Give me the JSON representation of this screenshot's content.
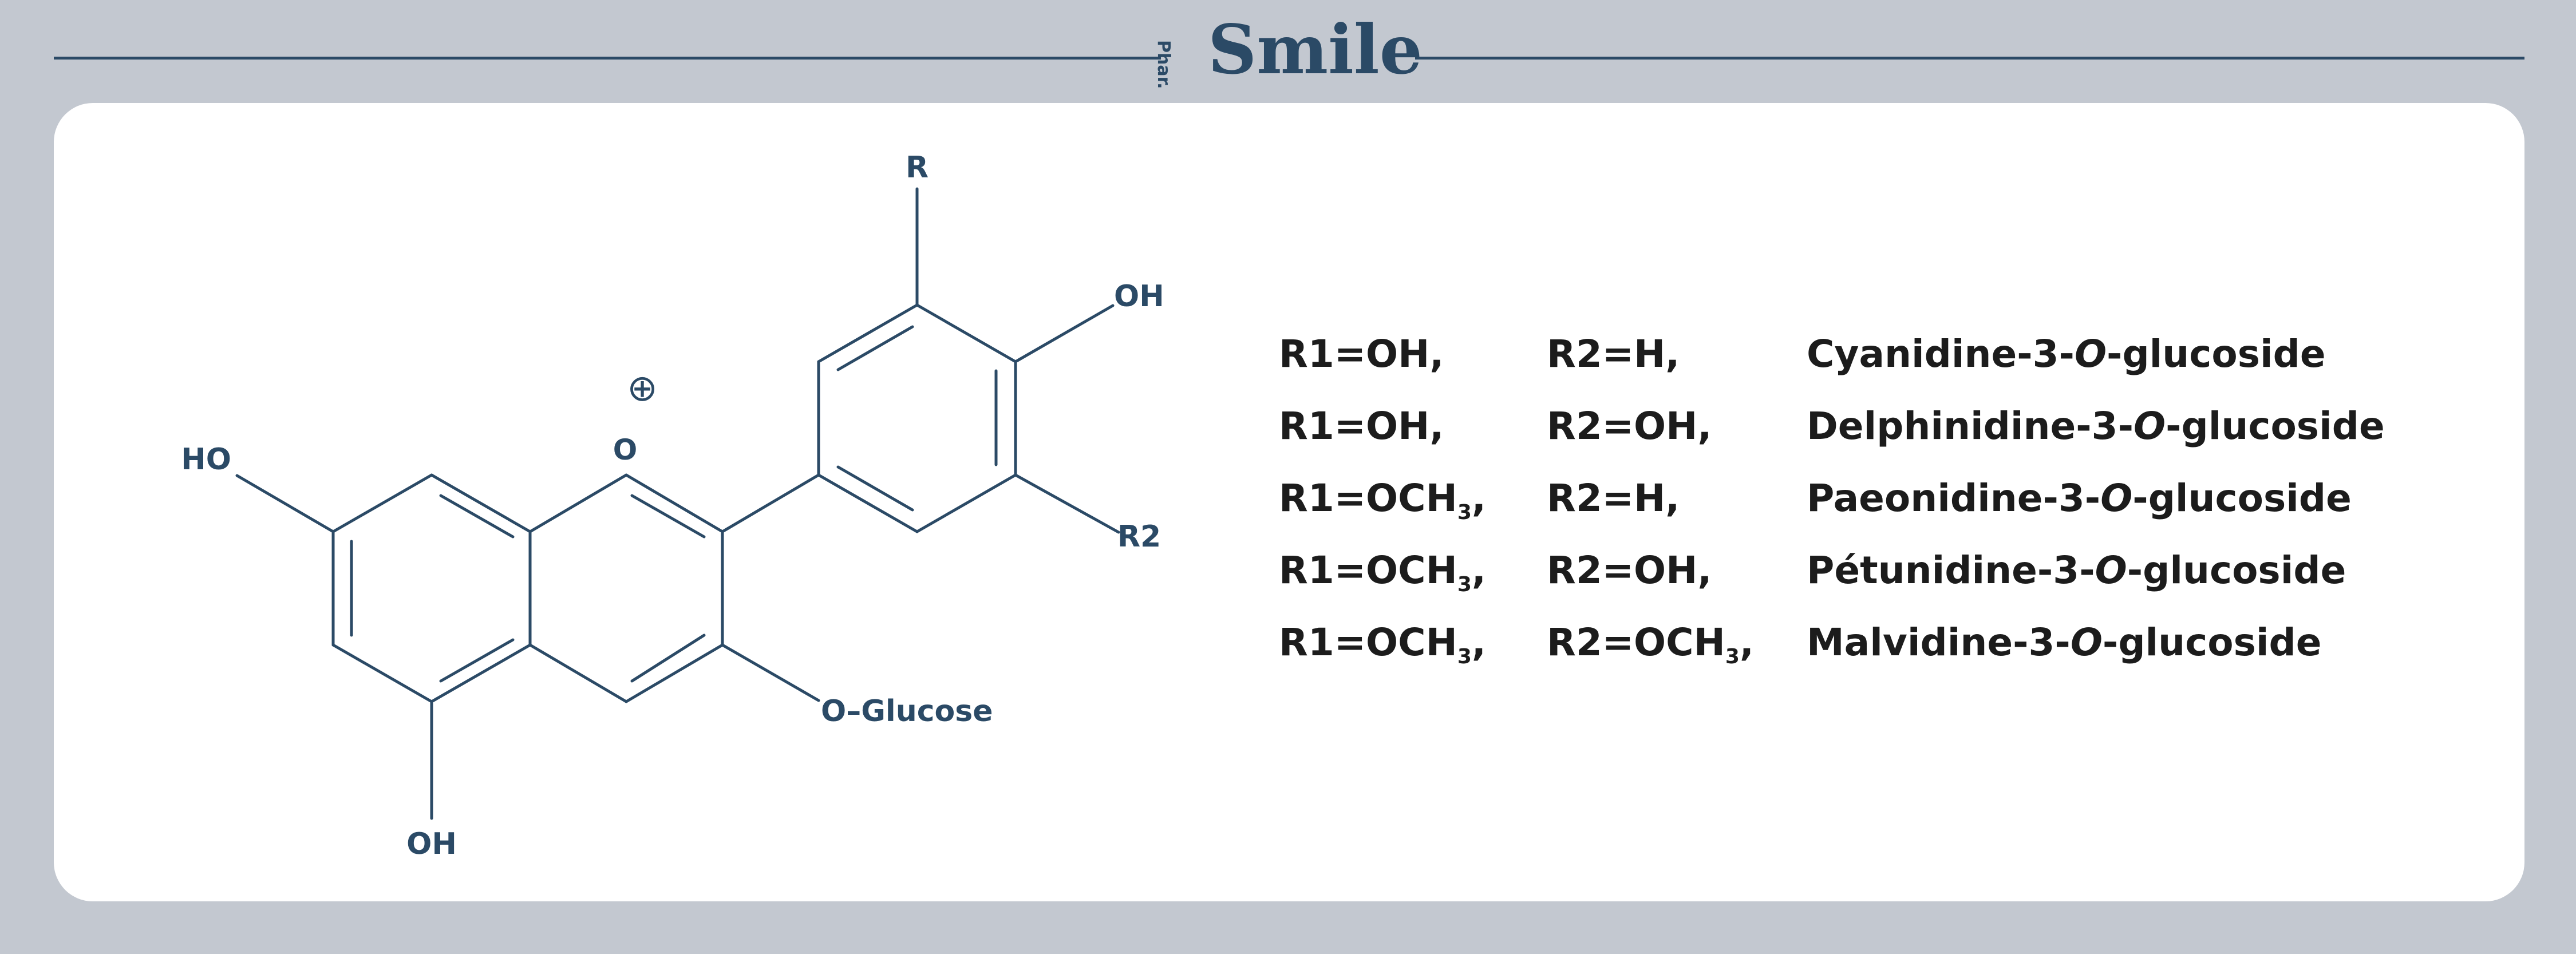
{
  "brand": {
    "prefix": "Phar.",
    "name": "Smile"
  },
  "structure": {
    "labels": {
      "r": "R",
      "oh_top": "OH",
      "r2": "R2",
      "ho_left": "HO",
      "ring_o": "O",
      "charge": "⊕",
      "oh_bottom": "OH",
      "o_glucose": "O–Glucose"
    }
  },
  "table": {
    "rows": [
      {
        "r1_base": "R1=OH,",
        "r1_sub": "",
        "r1_tail": "",
        "r2_base": "R2=H,",
        "r2_sub": "",
        "r2_tail": "",
        "name_pre": "Cyanidine-3-",
        "name_italic": "O",
        "name_post": "-glucoside"
      },
      {
        "r1_base": "R1=OH,",
        "r1_sub": "",
        "r1_tail": "",
        "r2_base": "R2=OH,",
        "r2_sub": "",
        "r2_tail": "",
        "name_pre": "Delphinidine-3-",
        "name_italic": "O",
        "name_post": "-glucoside"
      },
      {
        "r1_base": "R1=OCH",
        "r1_sub": "3",
        "r1_tail": ",",
        "r2_base": "R2=H,",
        "r2_sub": "",
        "r2_tail": "",
        "name_pre": "Paeonidine-3-",
        "name_italic": "O",
        "name_post": "-glucoside"
      },
      {
        "r1_base": "R1=OCH",
        "r1_sub": "3",
        "r1_tail": ",",
        "r2_base": "R2=OH,",
        "r2_sub": "",
        "r2_tail": "",
        "name_pre": "Pétunidine-3-",
        "name_italic": "O",
        "name_post": "-glucoside"
      },
      {
        "r1_base": "R1=OCH",
        "r1_sub": "3",
        "r1_tail": ",",
        "r2_base": "R2=OCH",
        "r2_sub": "3",
        "r2_tail": ",",
        "name_pre": "Malvidine-3-",
        "name_italic": "O",
        "name_post": "-glucoside"
      }
    ]
  },
  "colors": {
    "background": "#c3c8d0",
    "card": "#ffffff",
    "structure": "#2b4a66",
    "text": "#1c1c1c"
  }
}
